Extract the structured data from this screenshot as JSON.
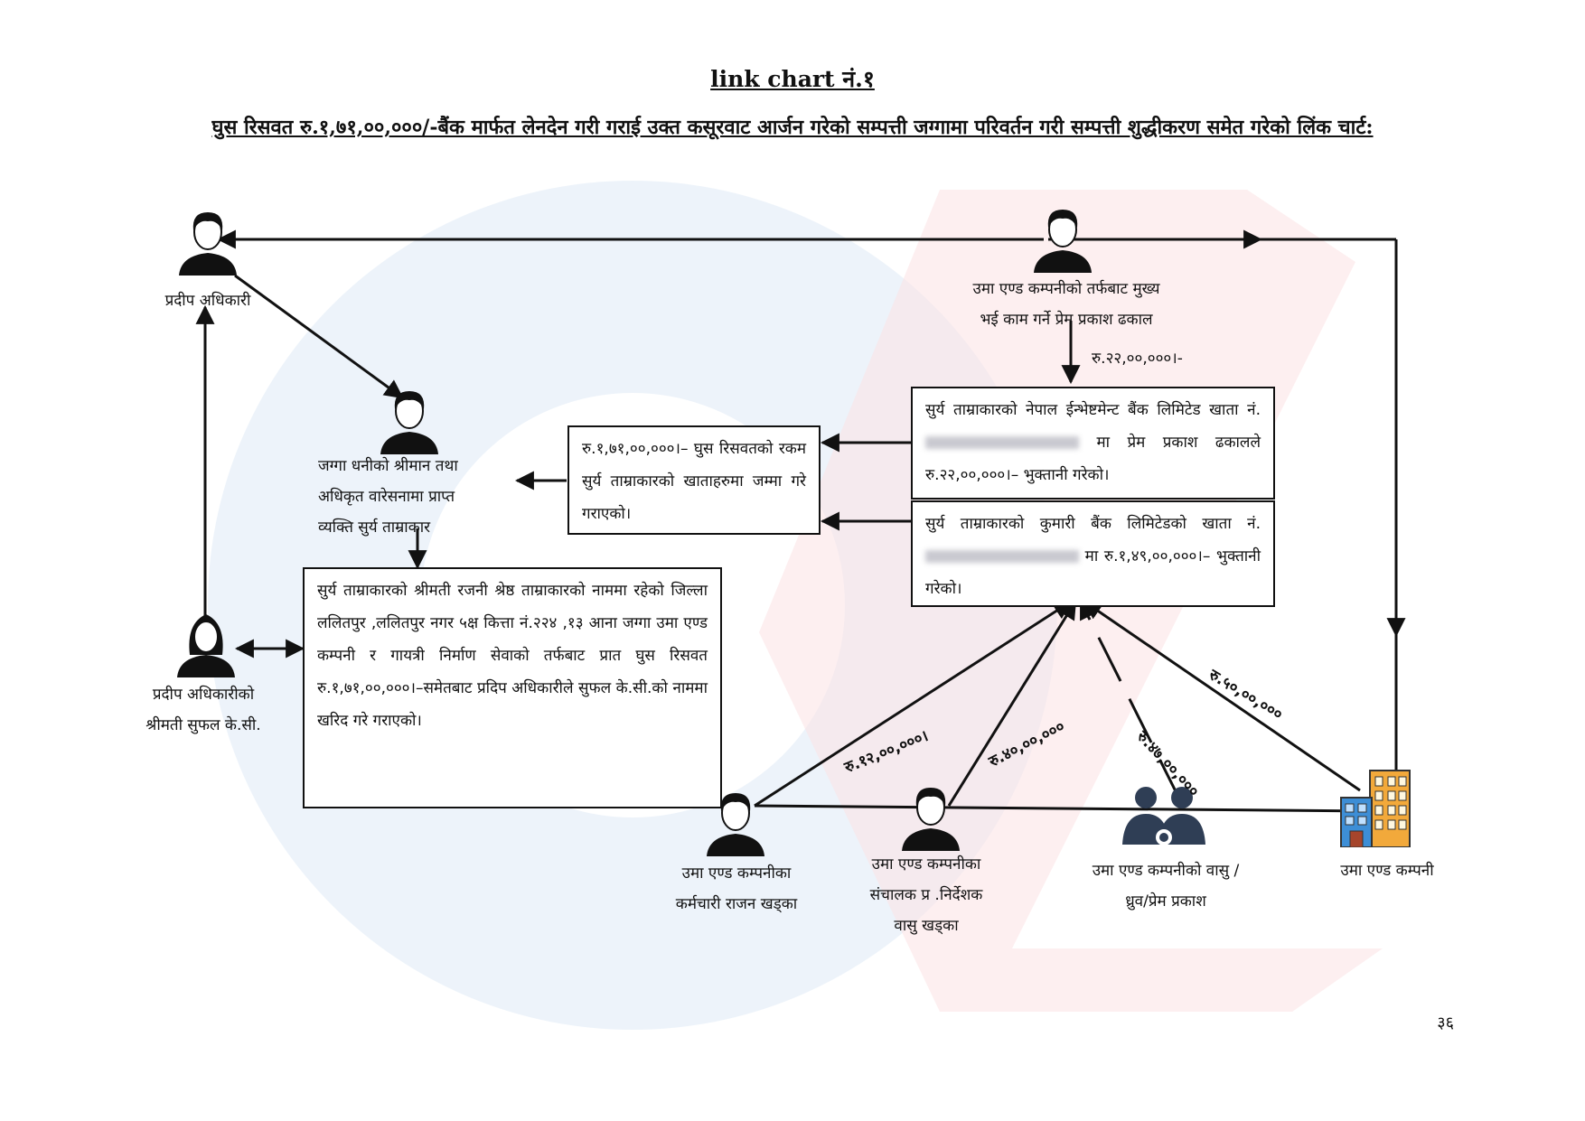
{
  "header": {
    "title": "link chart नं.१",
    "subtitle": "घुस रिसवत रु.१,७१,००,०००/-बैंक मार्फत लेनदेन गरी गराई उक्त कसूरवाट आर्जन गरेको सम्पत्ती जग्गामा परिवर्तन गरी सम्पत्ती शुद्धीकरण समेत गरेको लिंक चार्ट:"
  },
  "people": {
    "pradeep": "प्रदीप अधिकारी",
    "prem_line1": "उमा एण्ड कम्पनीको तर्फबाट मुख्य",
    "prem_line2": "भई काम गर्ने प्रेम प्रकाश ढकाल",
    "surya_line1": "जग्गा धनीको श्रीमान तथा",
    "surya_line2": "अधिकृत वारेसनामा प्राप्त",
    "surya_line3": "व्यक्ति सुर्य ताम्राकार",
    "wife_line1": "प्रदीप अधिकारीको",
    "wife_line2": "श्रीमती सुफल के.सी.",
    "rajan_line1": "उमा एण्ड कम्पनीका",
    "rajan_line2": "कर्मचारी राजन खड्का",
    "vasu_line1": "उमा एण्ड कम्पनीका",
    "vasu_line2": "संचालक प्र .निर्देशक",
    "vasu_line3": "वासु खड्का",
    "group_line1": "उमा एण्ड कम्पनीको वासु /",
    "group_line2": "ध्रुव/प्रेम प्रकाश",
    "company": "उमा एण्ड कम्पनी"
  },
  "boxes": {
    "nepal_invest": {
      "before": "सुर्य ताम्राकारको नेपाल ईन्भेष्टमेन्ट बैंक लिमिटेड खाता नं.",
      "after": " मा प्रेम प्रकाश ढकालले रु.२२,००,०००।– भुक्तानी गरेको।"
    },
    "kumari": {
      "before": "सुर्य ताम्राकारको कुमारी बैंक लिमिटेडको खाता नं.",
      "after": " मा रु.१,४९,००,०००।– भुक्तानी गरेको।"
    },
    "bribe": "रु.१,७१,००,०००।– घुस रिसवतको रकम सुर्य ताम्राकारको खाताहरुमा जम्मा गरे गराएको।",
    "land": "सुर्य ताम्राकारको श्रीमती रजनी श्रेष्ठ ताम्राकारको नाममा रहेको जिल्ला ललितपुर ,ललितपुर नगर ५क्ष कित्ता नं.२२४ ,१३ आना जग्गा उमा एण्ड कम्पनी र गायत्री निर्माण सेवाको तर्फबाट प्रात घुस रिसवत रु.१,७१,००,०००।–समेतबाट प्रदिप अधिकारीले सुफल के.सी.को नाममा खरिद गरे गराएको।"
  },
  "amounts": {
    "prem": "रु.२२,००,०००।-",
    "rajan": "रु.१२,००,०००।",
    "vasu": "रु.४०,००,०००",
    "group": "रु.४७,००,०००",
    "company": "रु.५०,००,०००"
  },
  "page_number": "३६",
  "colors": {
    "watermark_blue": "#dfe9f5",
    "watermark_red": "#fbe1e3",
    "line": "#111111",
    "group_icon": "#2f3e55",
    "building_orange": "#f2a93b",
    "building_blue": "#3d8ed6"
  }
}
